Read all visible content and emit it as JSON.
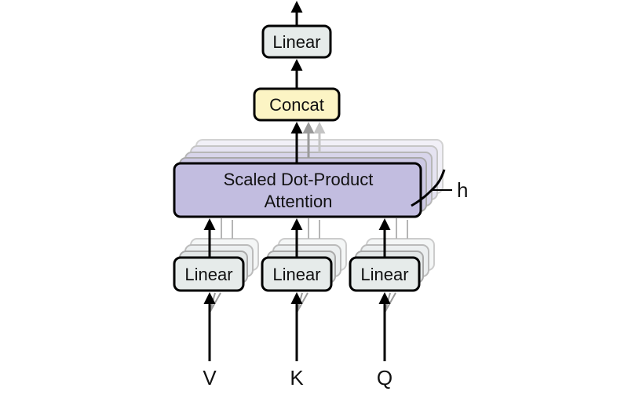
{
  "boxes": {
    "linear_top": "Linear",
    "concat": "Concat",
    "attention_line1": "Scaled Dot-Product",
    "attention_line2": "Attention",
    "linear_v": "Linear",
    "linear_k": "Linear",
    "linear_q": "Linear"
  },
  "heads_label": "h",
  "inputs": {
    "v": "V",
    "k": "K",
    "q": "Q"
  },
  "colors": {
    "linear_fill": "#e6ebea",
    "concat_fill": "#fcf4c4",
    "attention_fill": "#c2bde0",
    "stroke": "#000000",
    "shadow_stroke": "#bdbdbd"
  }
}
